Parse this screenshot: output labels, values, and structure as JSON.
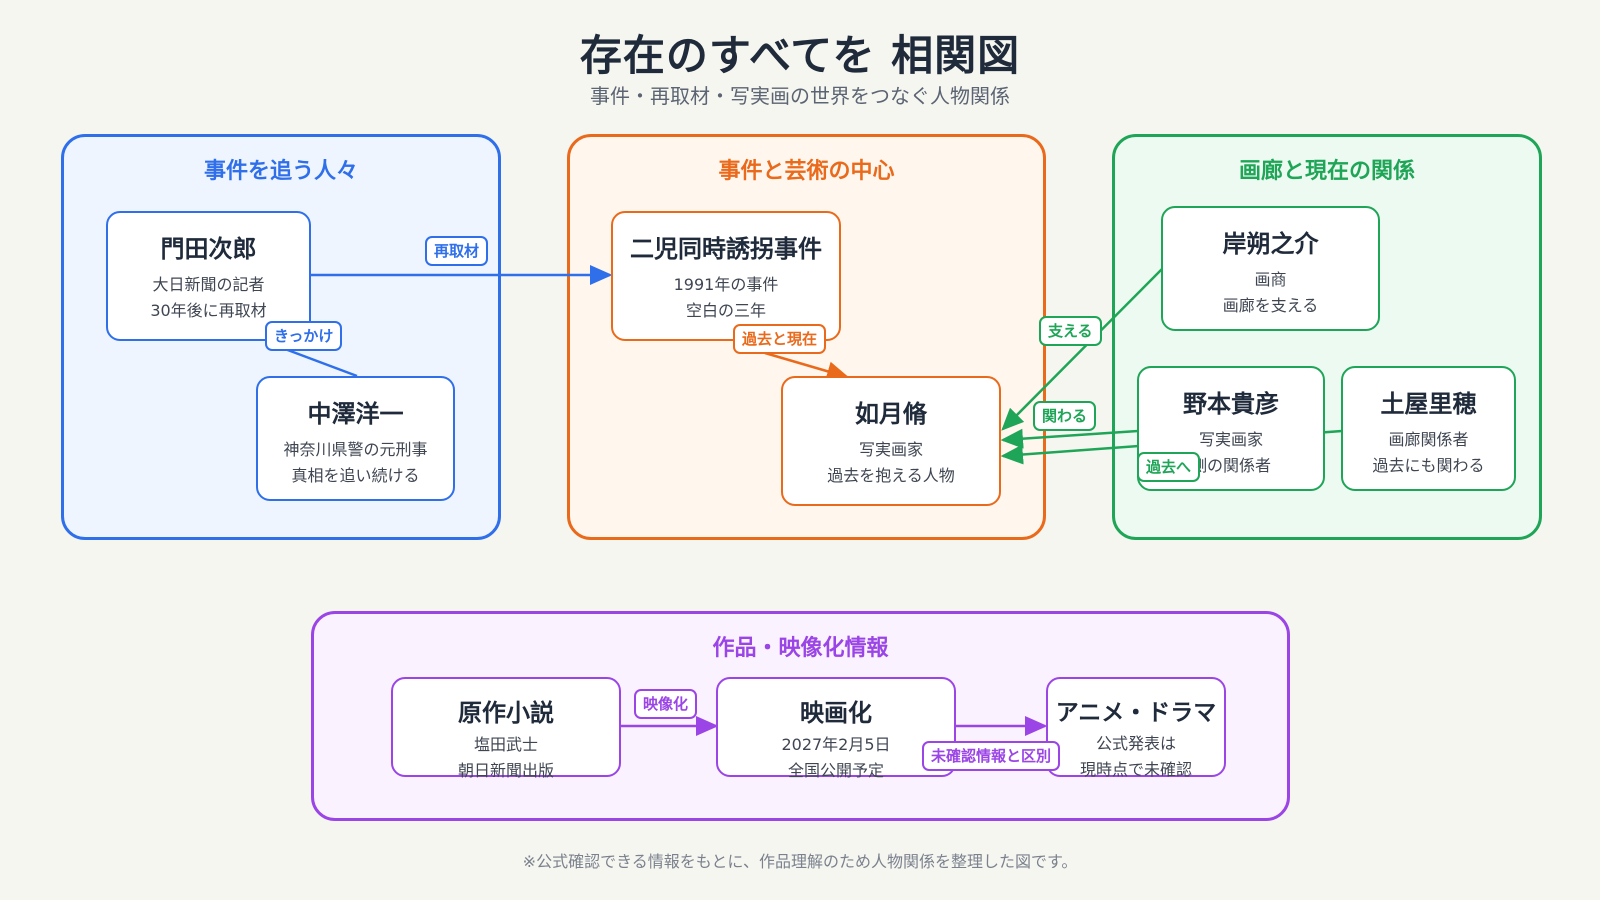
{
  "title": "存在のすべてを 相関図",
  "subtitle": "事件・再取材・写実画の世界をつなぐ人物関係",
  "footnote": "※公式確認できる情報をもとに、作品理解のため人物関係を整理した図です。",
  "groups": {
    "chasers": "事件を追う人々",
    "center": "事件と芸術の中心",
    "gallery": "画廊と現在の関係",
    "works": "作品・映像化情報"
  },
  "nodes": {
    "kadota": {
      "name": "門田次郎",
      "desc1": "大日新聞の記者",
      "desc2": "30年後に再取材"
    },
    "nakazawa": {
      "name": "中澤洋一",
      "desc1": "神奈川県警の元刑事",
      "desc2": "真相を追い続ける"
    },
    "incident": {
      "name": "二児同時誘拐事件",
      "desc1": "1991年の事件",
      "desc2": "空白の三年"
    },
    "kisaragi": {
      "name": "如月脩",
      "desc1": "写実画家",
      "desc2": "過去を抱える人物"
    },
    "kishi": {
      "name": "岸朔之介",
      "desc1": "画商",
      "desc2": "画廊を支える"
    },
    "nomoto": {
      "name": "野本貴彦",
      "desc1": "写実画家",
      "desc2": "側の関係者"
    },
    "tsuchiya": {
      "name": "土屋里穂",
      "desc1": "画廊関係者",
      "desc2": "過去にも関わる"
    },
    "novel": {
      "name": "原作小説",
      "desc1": "塩田武士",
      "desc2": "朝日新聞出版"
    },
    "film": {
      "name": "映画化",
      "desc1": "2027年2月5日",
      "desc2": "全国公開予定"
    },
    "anime": {
      "name": "アニメ・ドラマ",
      "desc1": "公式発表は",
      "desc2": "現時点で未確認"
    }
  },
  "edges": {
    "reinterview": "再取材",
    "trigger": "きっかけ",
    "past_present": "過去と現在",
    "support": "支える",
    "involved": "関わる",
    "to_past": "過去へ",
    "adaptation": "映像化",
    "distinguish": "未確認情報と区別"
  },
  "colors": {
    "blue": "#2f6fea",
    "orange": "#ea6a1c",
    "green": "#1fa557",
    "purple": "#9b45e6"
  }
}
